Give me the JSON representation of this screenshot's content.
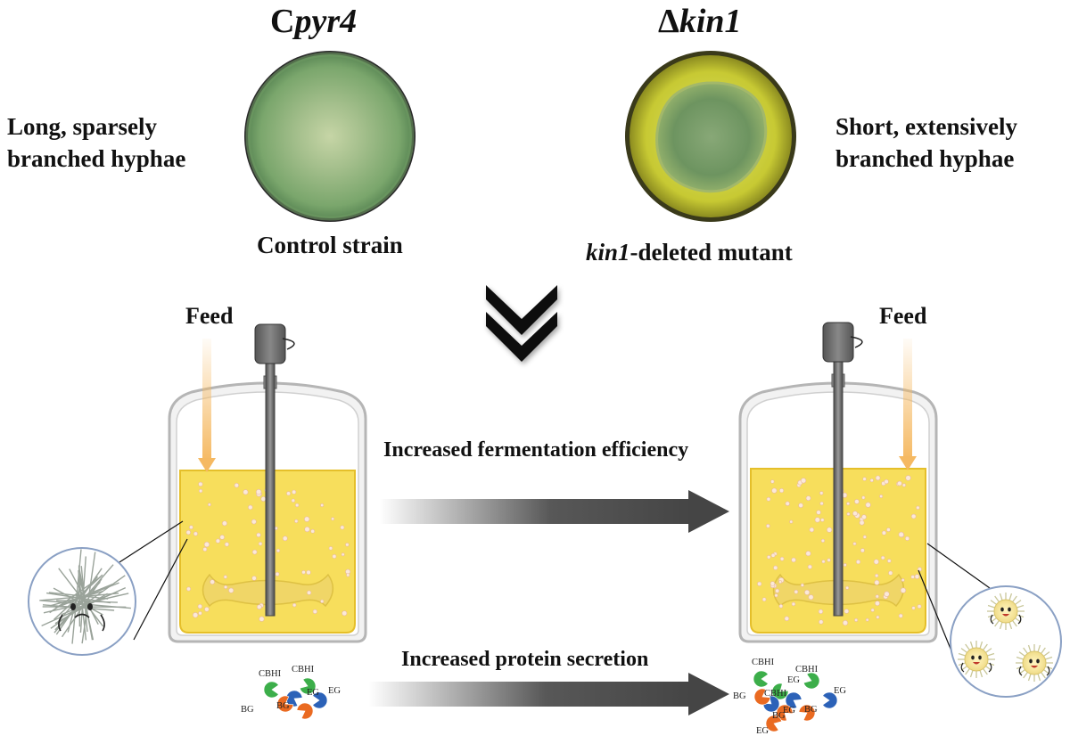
{
  "top": {
    "left_strain": {
      "prefix": "C",
      "italic": "pyr4"
    },
    "right_strain": {
      "prefix": "Δ",
      "italic": "kin1"
    },
    "left_description": [
      "Long, sparsely",
      "branched hyphae"
    ],
    "right_description": [
      "Short, extensively",
      "branched hyphae"
    ],
    "left_plate_label": "Control strain",
    "right_plate_label": {
      "italic": "kin1",
      "rest": "-deleted mutant"
    }
  },
  "feed_label_left": "Feed",
  "feed_label_right": "Feed",
  "arrow_fermentation": "Increased fermentation efficiency",
  "arrow_secretion": "Increased protein secretion",
  "enzymes_left": [
    "CBHI",
    "CBHI",
    "EG",
    "EG",
    "BG",
    "BG"
  ],
  "enzymes_right": [
    "CBHI",
    "CBHI",
    "CBHI",
    "EG",
    "EG",
    "EG",
    "BG",
    "BG",
    "BG",
    "EG"
  ],
  "colors": {
    "broth": "#f7de5c",
    "vessel_outline": "#b5b5b5",
    "feed": "#f5b962",
    "arrow_dark": "#454545",
    "enzyme_green": "#3cae4a",
    "enzyme_blue": "#2c62b8",
    "enzyme_orange": "#ea6a21",
    "plate_left": "#7fa86f",
    "plate_right_rim": "#bdbd2c"
  }
}
